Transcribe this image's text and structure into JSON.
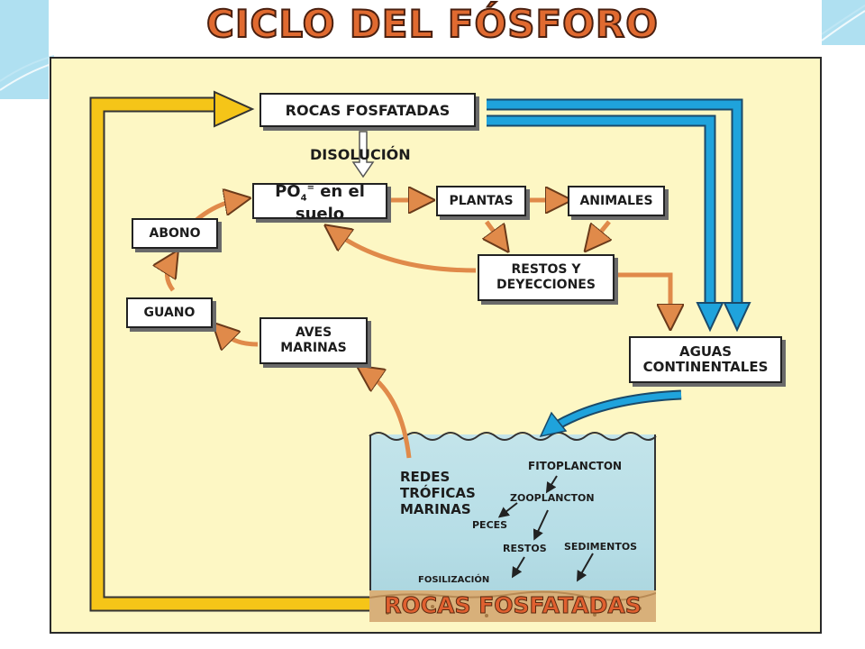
{
  "title": "CICLO DEL FÓSFORO",
  "nodes": {
    "rocas_fosfatadas": "ROCAS FOSFATADAS",
    "disolucion": "DISOLUCIÓN",
    "po4_prefix": "PO",
    "po4_sub": "4",
    "po4_sup": "=",
    "po4_suffix": " en el suelo",
    "plantas": "PLANTAS",
    "animales": "ANIMALES",
    "abono": "ABONO",
    "restos_line1": "RESTOS Y",
    "restos_line2": "DEYECCIONES",
    "guano": "GUANO",
    "aves_line1": "AVES",
    "aves_line2": "MARINAS",
    "aguas_line1": "AGUAS",
    "aguas_line2": "CONTINENTALES"
  },
  "sea": {
    "redes_line1": "REDES",
    "redes_line2": "TRÓFICAS",
    "redes_line3": "MARINAS",
    "fitoplancton": "FITOPLANCTON",
    "zooplancton": "ZOOPLANCTON",
    "peces": "PECES",
    "restos": "RESTOS",
    "sedimentos": "SEDIMENTOS",
    "fosilizacion": "FOSILIZACIÓN",
    "rocas_fosfatadas": "ROCAS FOSFATADAS"
  },
  "colors": {
    "yellow_arrow": "#f5c518",
    "blue_arrow": "#1fa3dc",
    "orange_arrow": "#e08a4a",
    "diagram_bg": "#fdf7c4",
    "title": "#e06a30"
  }
}
